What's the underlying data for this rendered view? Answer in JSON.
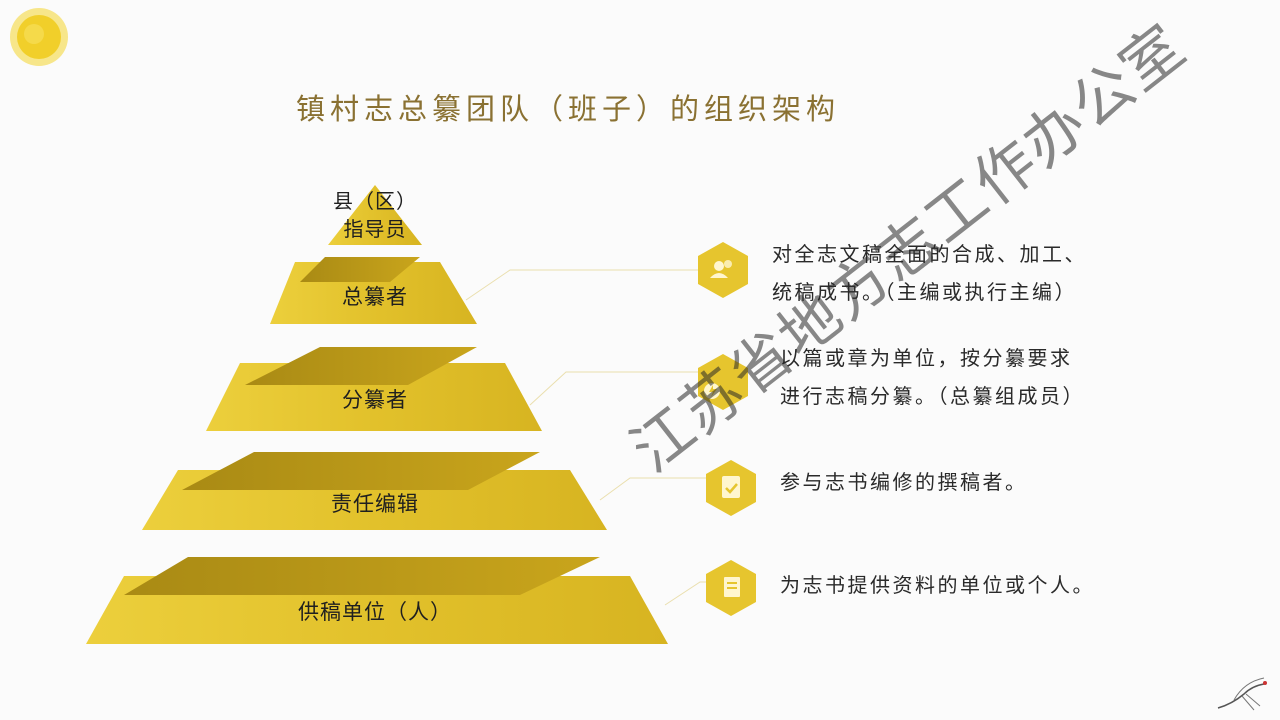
{
  "title": "镇村志总纂团队（班子）的组织架构",
  "pyramid": {
    "tiers": [
      {
        "label_line1": "县（区）",
        "label_line2": "指导员"
      },
      {
        "label": "总纂者",
        "icon": "people-icon",
        "description_line1": "对全志文稿全面的合成、加工、",
        "description_line2": "统稿成书。（主编或执行主编）"
      },
      {
        "label": "分纂者",
        "icon": "lightning-icon",
        "description_line1": "以篇或章为单位，按分纂要求",
        "description_line2": "进行志稿分纂。（总纂组成员）"
      },
      {
        "label": "责任编辑",
        "icon": "clipboard-check-icon",
        "description_line1": "参与志书编修的撰稿者。"
      },
      {
        "label": "供稿单位（人）",
        "icon": "document-icon",
        "description_line1": "为志书提供资料的单位或个人。"
      }
    ]
  },
  "watermark": "江苏省地方志工作办公室",
  "colors": {
    "gold": "#e3c22e",
    "gold_dark": "#b8951d",
    "title": "#8a7132"
  }
}
